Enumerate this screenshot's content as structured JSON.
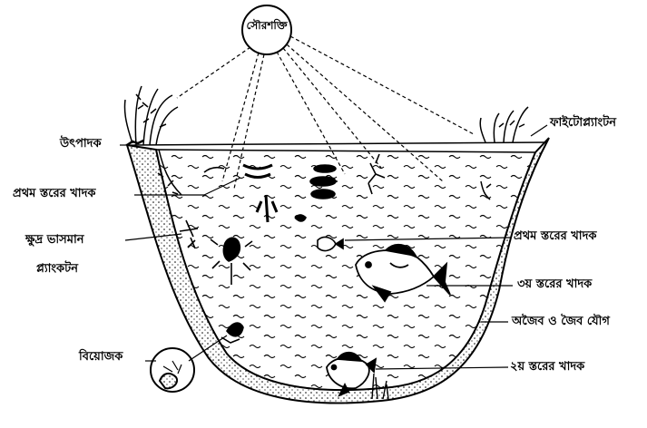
{
  "sun": {
    "label": "সৌরশক্তি"
  },
  "labels": {
    "producer": "উৎপাদক",
    "primary_consumer_left": "প্রথম স্তরের খাদক",
    "zooplankton_line1": "ক্ষুদ্র ভাসমান",
    "zooplankton_line2": "প্ল্যাংকটন",
    "decomposer": "বিয়োজক",
    "phytoplankton": "ফাইটোপ্ল্যাংটন",
    "primary_consumer_right": "প্রথম স্তরের খাদক",
    "tertiary_consumer": "৩য় স্তরের খাদক",
    "abiotic_biotic": "অজৈব ও জৈব যৌগ",
    "secondary_consumer": "২য় স্তরের খাদক"
  }
}
